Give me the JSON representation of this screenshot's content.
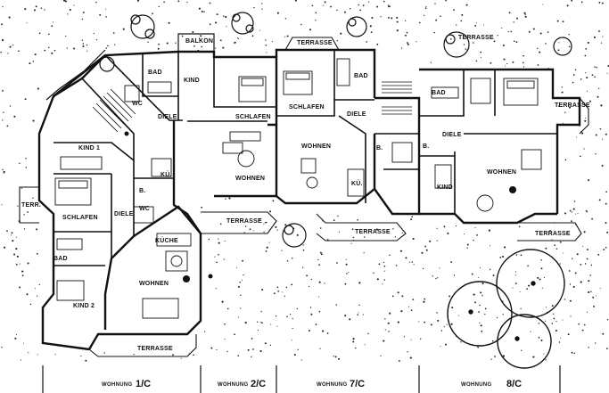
{
  "rooms": {
    "balkon": "BALKON",
    "terrasse_top_left": "TERRASSE",
    "terrasse_top_right": "TERRASSE",
    "bad_1": "BAD",
    "kind_2c": "KIND",
    "wc_1": "WC",
    "diele_1": "DIELE",
    "schlafen_2c": "SCHLAFEN",
    "schlafen_7c": "SCHLAFEN",
    "bad_7c": "BAD",
    "diele_7c": "DIELE",
    "kind_1": "KIND 1",
    "wohnen_2c": "WOHNEN",
    "wohnen_7c": "WOHNEN",
    "ku_2c": "KÜ.",
    "ku_7c": "KÜ.",
    "b_7c": "B.",
    "bad_8c": "BAD",
    "diele_8c": "DIELE",
    "b_8c": "B.",
    "wohnen_8c": "WOHNEN",
    "kind_8c": "KIND",
    "terrasse_right": "TERRASSE",
    "terr_left": "TERR.",
    "schlafen_1c": "SCHLAFEN",
    "diele_1c": "DIELE",
    "b_1c": "B.",
    "wc_1c": "WC",
    "terrasse_mid": "TERRASSE",
    "terrasse_7c": "TERRASSE",
    "terrasse_8c": "TERRASSE",
    "kueche_1c": "KÜCHE",
    "bad_1c": "BAD",
    "wohnen_1c": "WOHNEN",
    "kind2_1c": "KIND 2",
    "terrasse_bottom": "TERRASSE"
  },
  "units": [
    {
      "label": "WOHNUNG",
      "number": "1/C"
    },
    {
      "label": "WOHNUNG",
      "number": "2/C"
    },
    {
      "label": "WOHNUNG",
      "number": "7/C"
    },
    {
      "label": "WOHNUNG",
      "number": "8/C"
    }
  ]
}
